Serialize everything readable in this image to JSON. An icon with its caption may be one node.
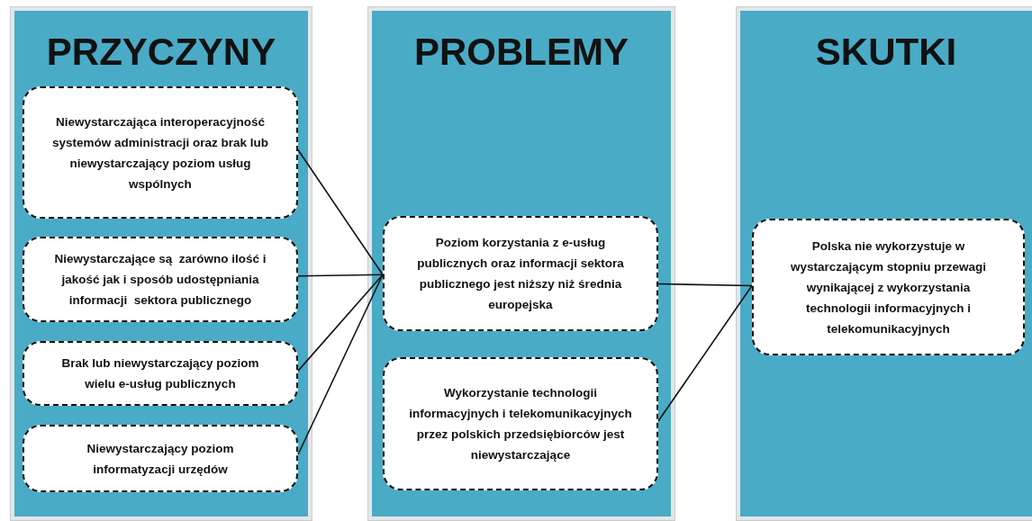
{
  "diagram": {
    "nodes": [
      {
        "text": [
          "PRZYCZYNY"
        ]
      },
      {
        "text": [
          "Niewystarczająca interoperacyjność systemów administracji oraz brak lub niewystarczający poziom usług wspólnych"
        ],
        "in": 0
      },
      {
        "text": [
          "Niewystarczające są  zarówno ilość i jakość jak i sposób udostępniania informacji  sektora publicznego"
        ],
        "in": 0
      },
      {
        "text": [
          "Brak lub niewystarczający poziom wielu e-usług publicznych"
        ],
        "in": 0
      },
      {
        "text": [
          "Niewystarczający poziom informatyzacji urzędów"
        ],
        "in": 0
      },
      {
        "text": [
          "PROBLEMY"
        ]
      },
      {
        "text": [
          "Poziom korzystania z e-usług publicznych oraz informacji sektora publicznego jest niższy niż średnia europejska"
        ],
        "in": 5
      },
      {
        "text": [
          "Wykorzystanie technologii informacyjnych i telekomunikacyjnych przez polskich przedsiębiorców jest niewystarczające"
        ],
        "in": 5
      },
      {
        "text": [
          "SKUTKI"
        ]
      },
      {
        "text": [
          "Polska nie wykorzystuje w wystarczającym stopniu przewagi wynikającej z wykorzystania technologii informacyjnych i telekomunikacyjnych"
        ],
        "in": 8
      }
    ],
    "edges": [
      {
        "from": 1,
        "to": 6,
        "arrow": "none"
      },
      {
        "from": 2,
        "to": 6,
        "arrow": "none"
      },
      {
        "from": 3,
        "to": 6,
        "arrow": "none"
      },
      {
        "from": 4,
        "to": 6,
        "arrow": "none"
      },
      {
        "from": 6,
        "to": 9,
        "arrow": "none"
      },
      {
        "from": 7,
        "to": 9,
        "arrow": "none"
      }
    ]
  }
}
